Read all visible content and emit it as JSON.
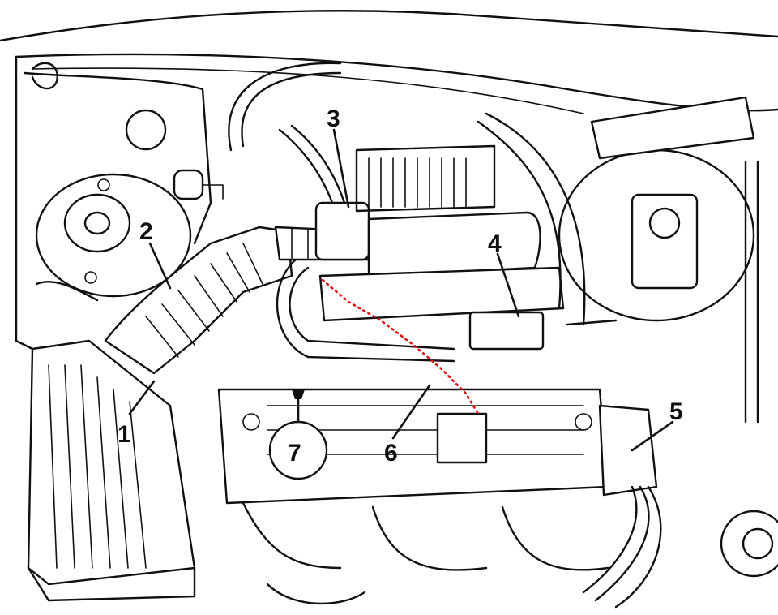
{
  "callouts": [
    {
      "id": "1",
      "label": "1"
    },
    {
      "id": "2",
      "label": "2"
    },
    {
      "id": "3",
      "label": "3"
    },
    {
      "id": "4",
      "label": "4"
    },
    {
      "id": "5",
      "label": "5"
    },
    {
      "id": "6",
      "label": "6"
    },
    {
      "id": "7",
      "label": "7"
    }
  ],
  "colors": {
    "line": "#111111",
    "background": "#ffffff",
    "dotted_path": "#dd1111"
  }
}
